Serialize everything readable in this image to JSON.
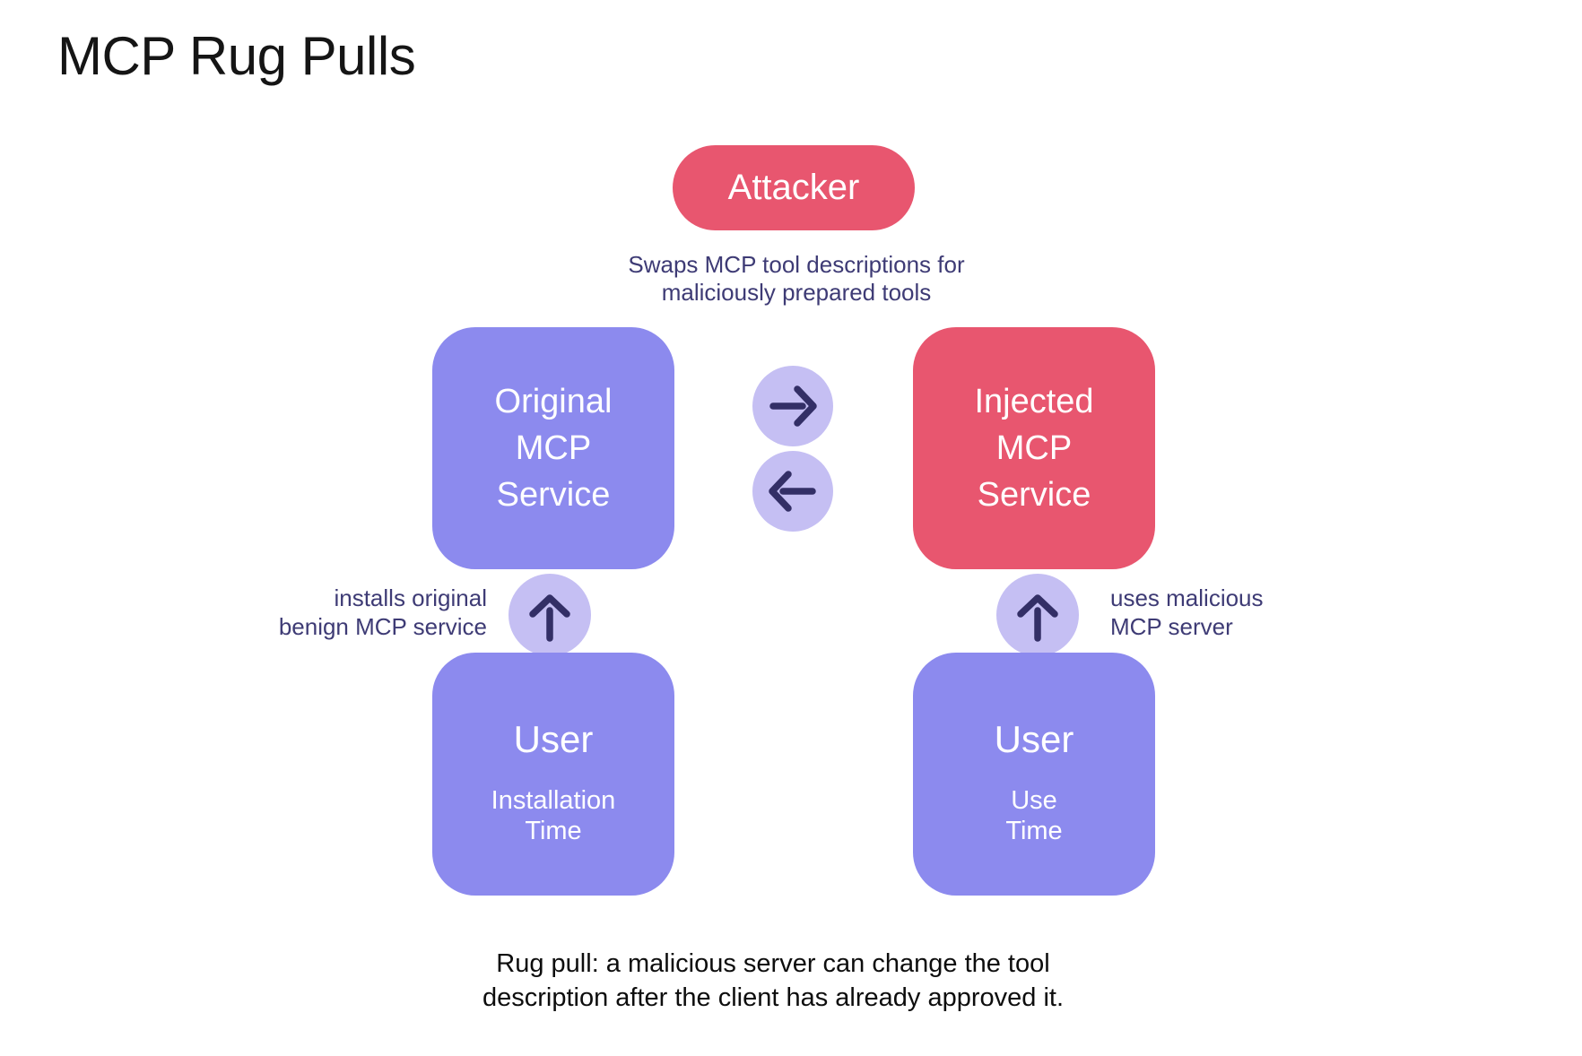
{
  "title": "MCP Rug Pulls",
  "attacker": {
    "label": "Attacker",
    "note": [
      "Swaps MCP tool descriptions for",
      "maliciously prepared tools"
    ]
  },
  "services": {
    "original": [
      "Original",
      "MCP",
      "Service"
    ],
    "injected": [
      "Injected",
      "MCP",
      "Service"
    ]
  },
  "edges": {
    "install_label": [
      "installs original",
      "benign MCP service"
    ],
    "use_label": [
      "uses malicious",
      "MCP server"
    ]
  },
  "users": {
    "install": {
      "title": "User",
      "subtitle": [
        "Installation",
        "Time"
      ]
    },
    "use": {
      "title": "User",
      "subtitle": [
        "Use",
        "Time"
      ]
    }
  },
  "caption": [
    "Rug pull: a malicious server can change the tool",
    "description after the client has already approved it."
  ],
  "icons": {
    "swap_top": "right-arrow-icon",
    "swap_bottom": "left-arrow-icon",
    "install_edge": "up-arrow-icon",
    "use_edge": "up-arrow-icon"
  },
  "colors": {
    "purple": "#8c8aee",
    "pink": "#e8566f",
    "light_purple": "#c5bff3",
    "navy_text": "#3e3b75",
    "arrow_stroke": "#332f66",
    "title_text": "#151515",
    "background": "#ffffff"
  }
}
